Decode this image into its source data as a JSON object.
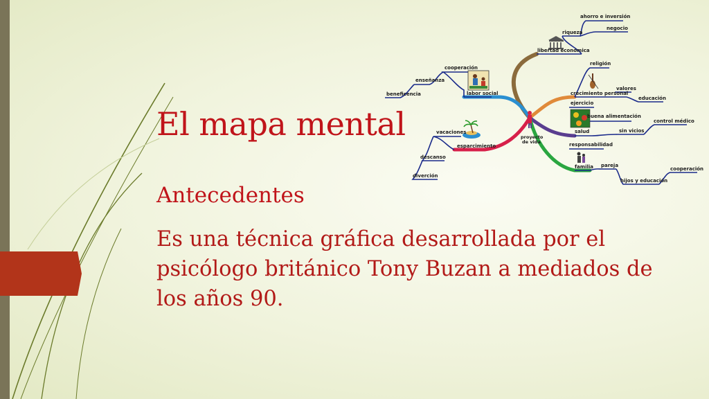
{
  "slide": {
    "title": "El mapa mental",
    "subtitle": "Antecedentes",
    "body": "Es una técnica gráfica desarrollada por el psicólogo británico Tony Buzan a mediados de los años 90."
  },
  "mind_map": {
    "center_label_line1": "proyecto",
    "center_label_line2": "de vida",
    "nodes": {
      "ahorro": "ahorro e inversión",
      "riqueza": "riqueza",
      "negocio": "negocio",
      "libertad": "libertad económica",
      "cooperacion_top": "cooperación",
      "ensenanza": "enseñanza",
      "beneficencia": "beneficencia",
      "labor_social": "labor social",
      "religion": "religión",
      "crecimiento": "crecimiento personal",
      "valores": "valores",
      "educacion": "educación",
      "ejercicio": "ejercicio",
      "buena_alimentacion": "buena alimentación",
      "salud": "salud",
      "sin_vicios": "sin vicios",
      "control_medico": "control médico",
      "vacaciones": "vacaciones",
      "esparcimiento": "esparcimiento",
      "descanso": "descanso",
      "diversion": "diverción",
      "responsabilidad": "responsabilidad",
      "familia": "familia",
      "pareja": "pareja",
      "hijos": "hijos y educación",
      "cooperacion_bottom": "cooperación"
    },
    "colors": {
      "brown_branch": "#8b6b3c",
      "blue_branch": "#2a8fd1",
      "orange_branch": "#e08a3a",
      "purple_branch": "#5a3d8f",
      "red_branch": "#d7204a",
      "green_branch": "#2aa640",
      "underline": "#1a2a8a"
    }
  },
  "theme": {
    "title_color": "#c0141a",
    "accent_red": "#b2341a",
    "sidebar_color": "#7a7458"
  }
}
